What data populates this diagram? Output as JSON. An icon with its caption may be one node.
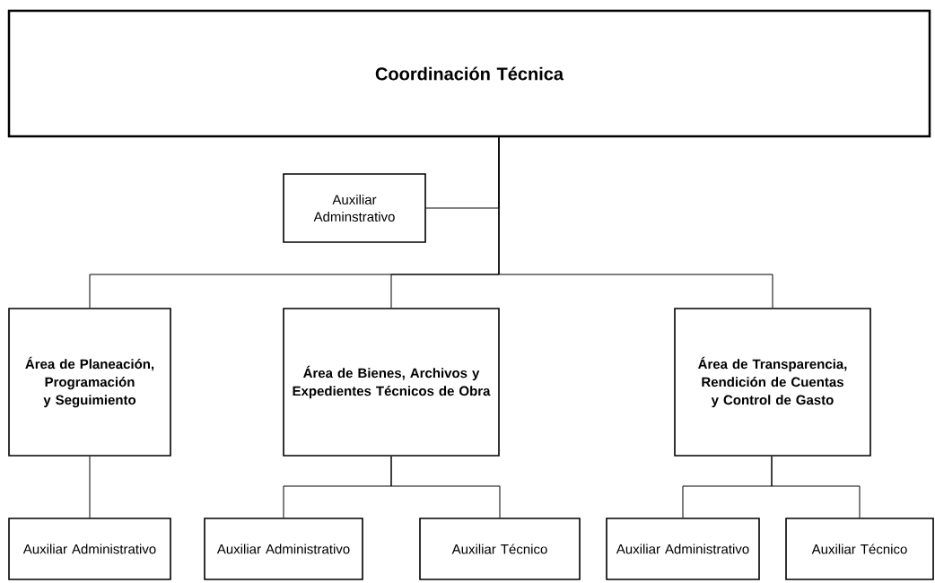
{
  "diagram": {
    "nodes": [
      {
        "text": [
          "Coordinación Técnica"
        ]
      },
      {
        "text": [
          "Auxiliar Adminstrativo"
        ]
      },
      {
        "text": [
          "Área de Planeación, Programación y Seguimiento"
        ]
      },
      {
        "text": [
          "Área de Bienes, Archivos y Expedientes Técnicos de Obra"
        ]
      },
      {
        "text": [
          "Área de Transparencia, Rendición de Cuentas y Control de Gasto"
        ]
      },
      {
        "text": [
          "Auxiliar Administrativo"
        ]
      },
      {
        "text": [
          "Auxiliar Administrativo"
        ]
      },
      {
        "text": [
          "Auxiliar Técnico"
        ]
      },
      {
        "text": [
          "Auxiliar Administrativo"
        ]
      },
      {
        "text": [
          "Auxiliar Técnico"
        ]
      }
    ],
    "edges": [
      {
        "from": 0,
        "to": 1,
        "arrow": "none"
      },
      {
        "from": 0,
        "to": 2,
        "arrow": "none"
      },
      {
        "from": 0,
        "to": 3,
        "arrow": "none"
      },
      {
        "from": 0,
        "to": 4,
        "arrow": "none"
      },
      {
        "from": 2,
        "to": 5,
        "arrow": "none"
      },
      {
        "from": 3,
        "to": 6,
        "arrow": "none"
      },
      {
        "from": 3,
        "to": 7,
        "arrow": "none"
      },
      {
        "from": 4,
        "to": 8,
        "arrow": "none"
      },
      {
        "from": 4,
        "to": 9,
        "arrow": "none"
      }
    ]
  }
}
